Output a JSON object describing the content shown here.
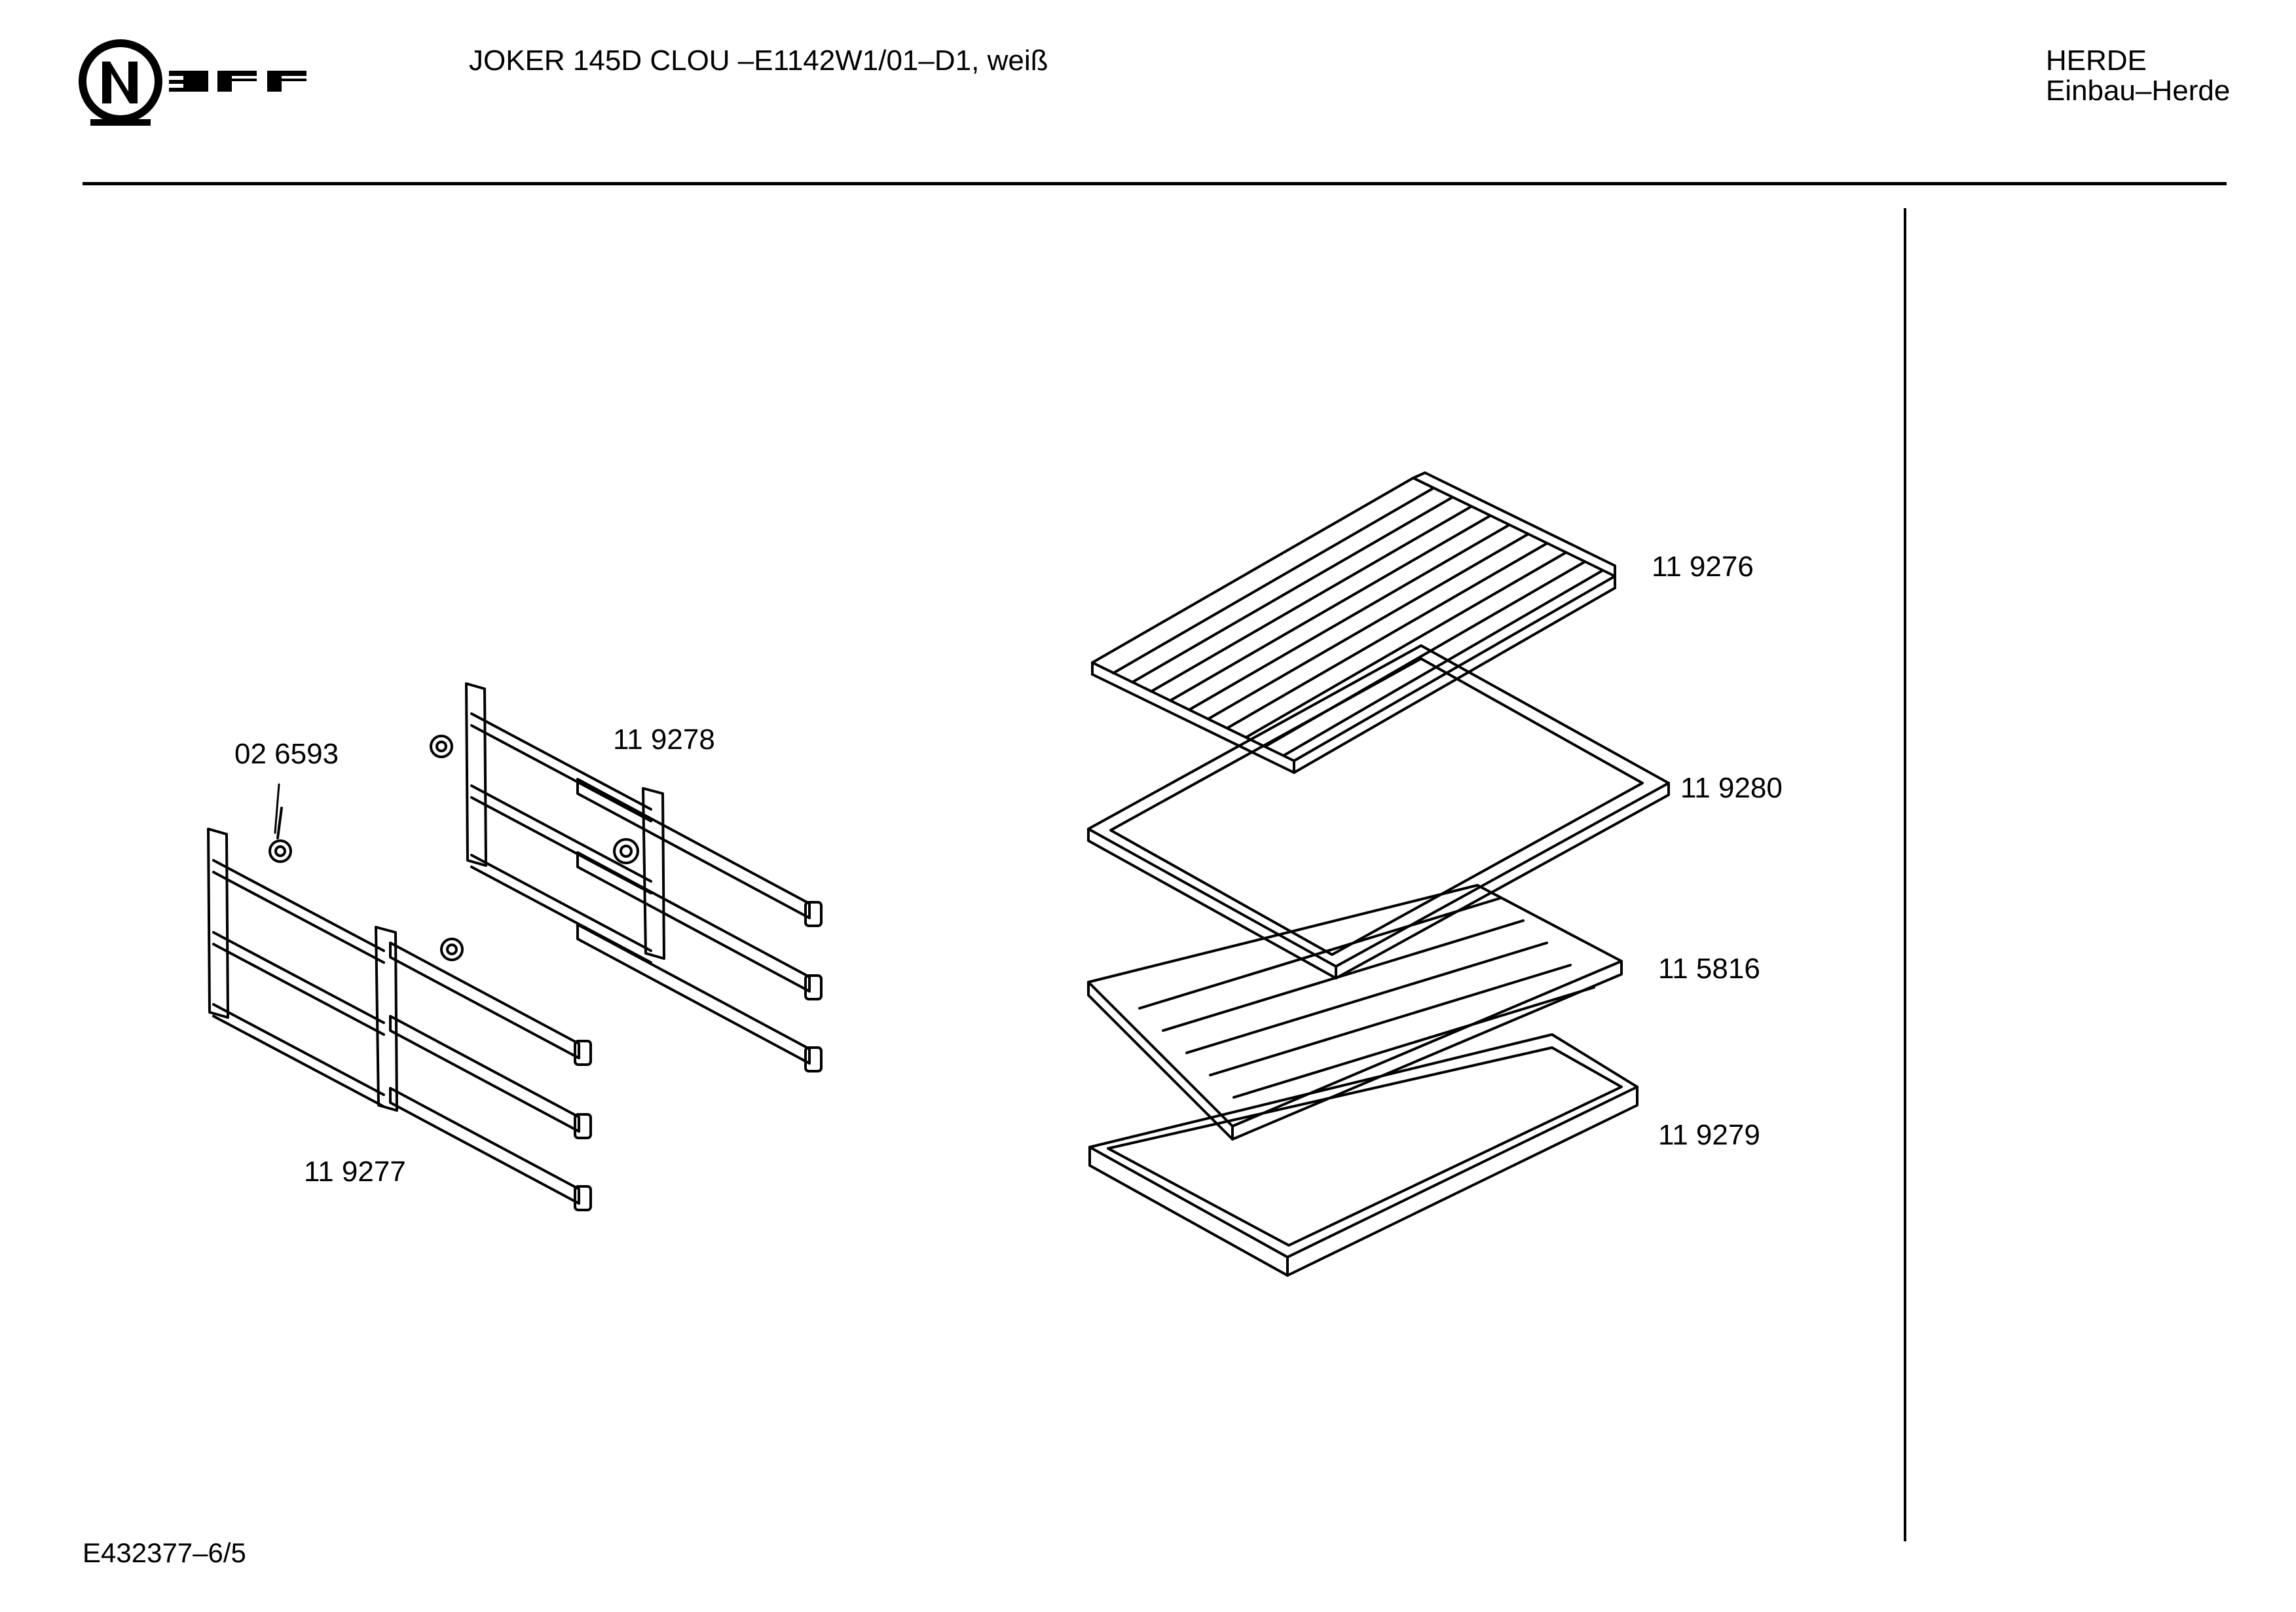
{
  "header": {
    "brand": "NEFF",
    "title": "JOKER 145D CLOU –E1142W1/01–D1, weiß",
    "category": "HERDE",
    "subcategory": "Einbau–Herde"
  },
  "footer": {
    "doc_code": "E432377–6/5"
  },
  "parts": [
    {
      "id": "026593",
      "label": "02 6593"
    },
    {
      "id": "119278",
      "label": "11 9278"
    },
    {
      "id": "119277",
      "label": "11 9277"
    },
    {
      "id": "119276",
      "label": "11 9276"
    },
    {
      "id": "119280",
      "label": "11 9280"
    },
    {
      "id": "115816",
      "label": "11 5816"
    },
    {
      "id": "119279",
      "label": "11 9279"
    }
  ],
  "colors": {
    "ink": "#000000",
    "paper": "#ffffff"
  }
}
